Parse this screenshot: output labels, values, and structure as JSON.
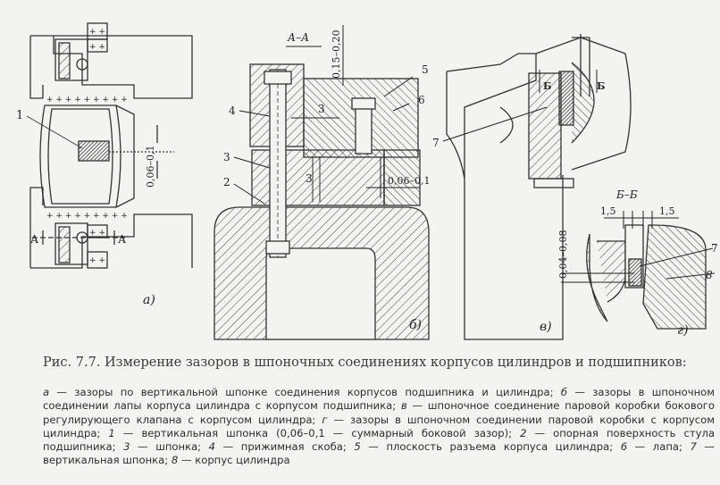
{
  "figure": {
    "section_label": "А–А",
    "section_label_bb": "Б–Б",
    "panel_labels": {
      "a": "а)",
      "b": "б)",
      "v": "в)",
      "g": "г)"
    },
    "section_markers": {
      "left_arrow": "А",
      "right_arrow": "А",
      "b_left": "Б",
      "b_right": "Б"
    },
    "part_callouts": {
      "panel_a": [
        "1"
      ],
      "panel_b": [
        "4",
        "3",
        "2",
        "5",
        "6"
      ],
      "panel_v": [
        "7"
      ],
      "panel_g": [
        "7",
        "8"
      ]
    },
    "dimensions": {
      "a_gap": "0,06–0,1",
      "b_top_gap": "0,15–0,20",
      "b_side_gap": "0,06–0,1",
      "b_key_size": "3",
      "g_left": "1,5",
      "g_right": "1,5",
      "g_vertical": "0,04–0,08"
    }
  },
  "caption": {
    "title": "Рис. 7.7. Измерение зазоров в шпоночных соединениях корпусов цилиндров и подшипников:",
    "items": [
      {
        "key": "а",
        "text": " — зазоры по вертикальной шпонке соединения корпусов подшипника и цилиндра; "
      },
      {
        "key": "б",
        "text": " — зазоры в шпоночном соединении лапы корпуса цилиндра с корпусом подшипника; "
      },
      {
        "key": "в",
        "text": " — шпоночное соединение паровой коробки бокового регулирующего клапана с корпусом цилиндра; "
      },
      {
        "key": "г",
        "text": " — зазоры в шпоночном соединении паровой коробки с корпусом цилиндра; "
      },
      {
        "key": "1",
        "text": " — вертикальная шпонка (0,06–0,1 — суммарный боковой зазор); "
      },
      {
        "key": "2",
        "text": " — опорная поверхность стула подшипника; "
      },
      {
        "key": "3",
        "text": " — шпонка; "
      },
      {
        "key": "4",
        "text": " — прижимная скоба; "
      },
      {
        "key": "5",
        "text": " — плоскость разъема корпуса цилиндра; "
      },
      {
        "key": "6",
        "text": " — лапа; "
      },
      {
        "key": "7",
        "text": " — вертикальная шпонка; "
      },
      {
        "key": "8",
        "text": " — корпус цилиндра"
      }
    ]
  }
}
